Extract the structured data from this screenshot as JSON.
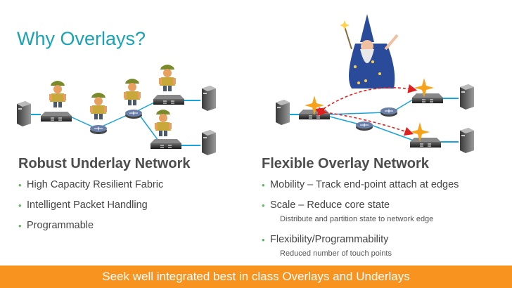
{
  "slide": {
    "title": "Why Overlays?",
    "left": {
      "heading": "Robust Underlay Network",
      "bullets": [
        {
          "text": "High Capacity Resilient Fabric"
        },
        {
          "text": "Intelligent Packet Handling"
        },
        {
          "text": "Programmable"
        }
      ]
    },
    "right": {
      "heading": "Flexible Overlay Network",
      "bullets": [
        {
          "text": "Mobility – Track end-point attach at edges"
        },
        {
          "text": "Scale – Reduce core state",
          "sub": "Distribute and partition state to network edge"
        },
        {
          "text": "Flexibility/Programmability",
          "sub": "Reduced number of touch points"
        }
      ]
    },
    "footer": "Seek well integrated best in class Overlays and Underlays"
  },
  "colors": {
    "title": "#1aa3b5",
    "footer_bg": "#f7931e",
    "bullet": "#5cb85c",
    "link_line": "#1aa3d9",
    "overlay_arrow": "#e02020"
  }
}
